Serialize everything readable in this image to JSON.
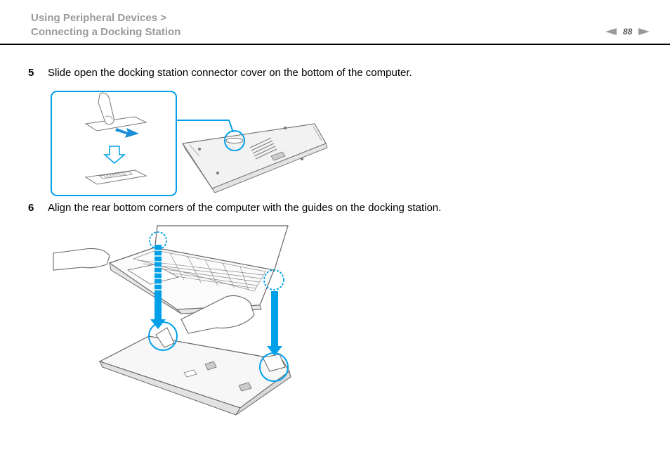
{
  "header": {
    "breadcrumb_line1": "Using Peripheral Devices >",
    "breadcrumb_line2": "Connecting a Docking Station",
    "page_number": "88"
  },
  "steps": [
    {
      "number": "5",
      "text": "Slide open the docking station connector cover on the bottom of the computer."
    },
    {
      "number": "6",
      "text": "Align the rear bottom corners of the computer with the guides on the docking station."
    }
  ],
  "colors": {
    "accent": "#00a0e9",
    "header_text": "#9a9a9a"
  }
}
